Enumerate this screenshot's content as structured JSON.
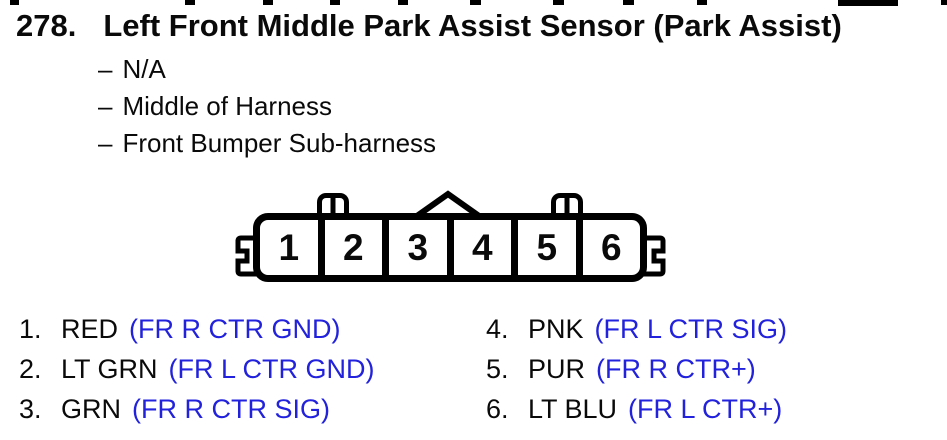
{
  "doc": {
    "number": "278.",
    "title": "Left Front Middle Park Assist Sensor (Park Assist)"
  },
  "details": {
    "dash": "–",
    "items": [
      "N/A",
      "Middle of Harness",
      "Front Bumper Sub-harness"
    ]
  },
  "connector": {
    "pins": [
      "1",
      "2",
      "3",
      "4",
      "5",
      "6"
    ]
  },
  "pinout": {
    "left": [
      {
        "num": "1.",
        "color": "RED",
        "func": "(FR R CTR GND)"
      },
      {
        "num": "2.",
        "color": "LT GRN",
        "func": "(FR L CTR GND)"
      },
      {
        "num": "3.",
        "color": "GRN",
        "func": "(FR R CTR SIG)"
      }
    ],
    "right": [
      {
        "num": "4.",
        "color": "PNK",
        "func": "(FR L CTR SIG)"
      },
      {
        "num": "5.",
        "color": "PUR",
        "func": "(FR R CTR+)"
      },
      {
        "num": "6.",
        "color": "LT BLU",
        "func": "(FR L CTR+)"
      }
    ]
  },
  "colors": {
    "text_black": "#0a0a0a",
    "function_blue": "#2222dd",
    "background": "#ffffff"
  }
}
